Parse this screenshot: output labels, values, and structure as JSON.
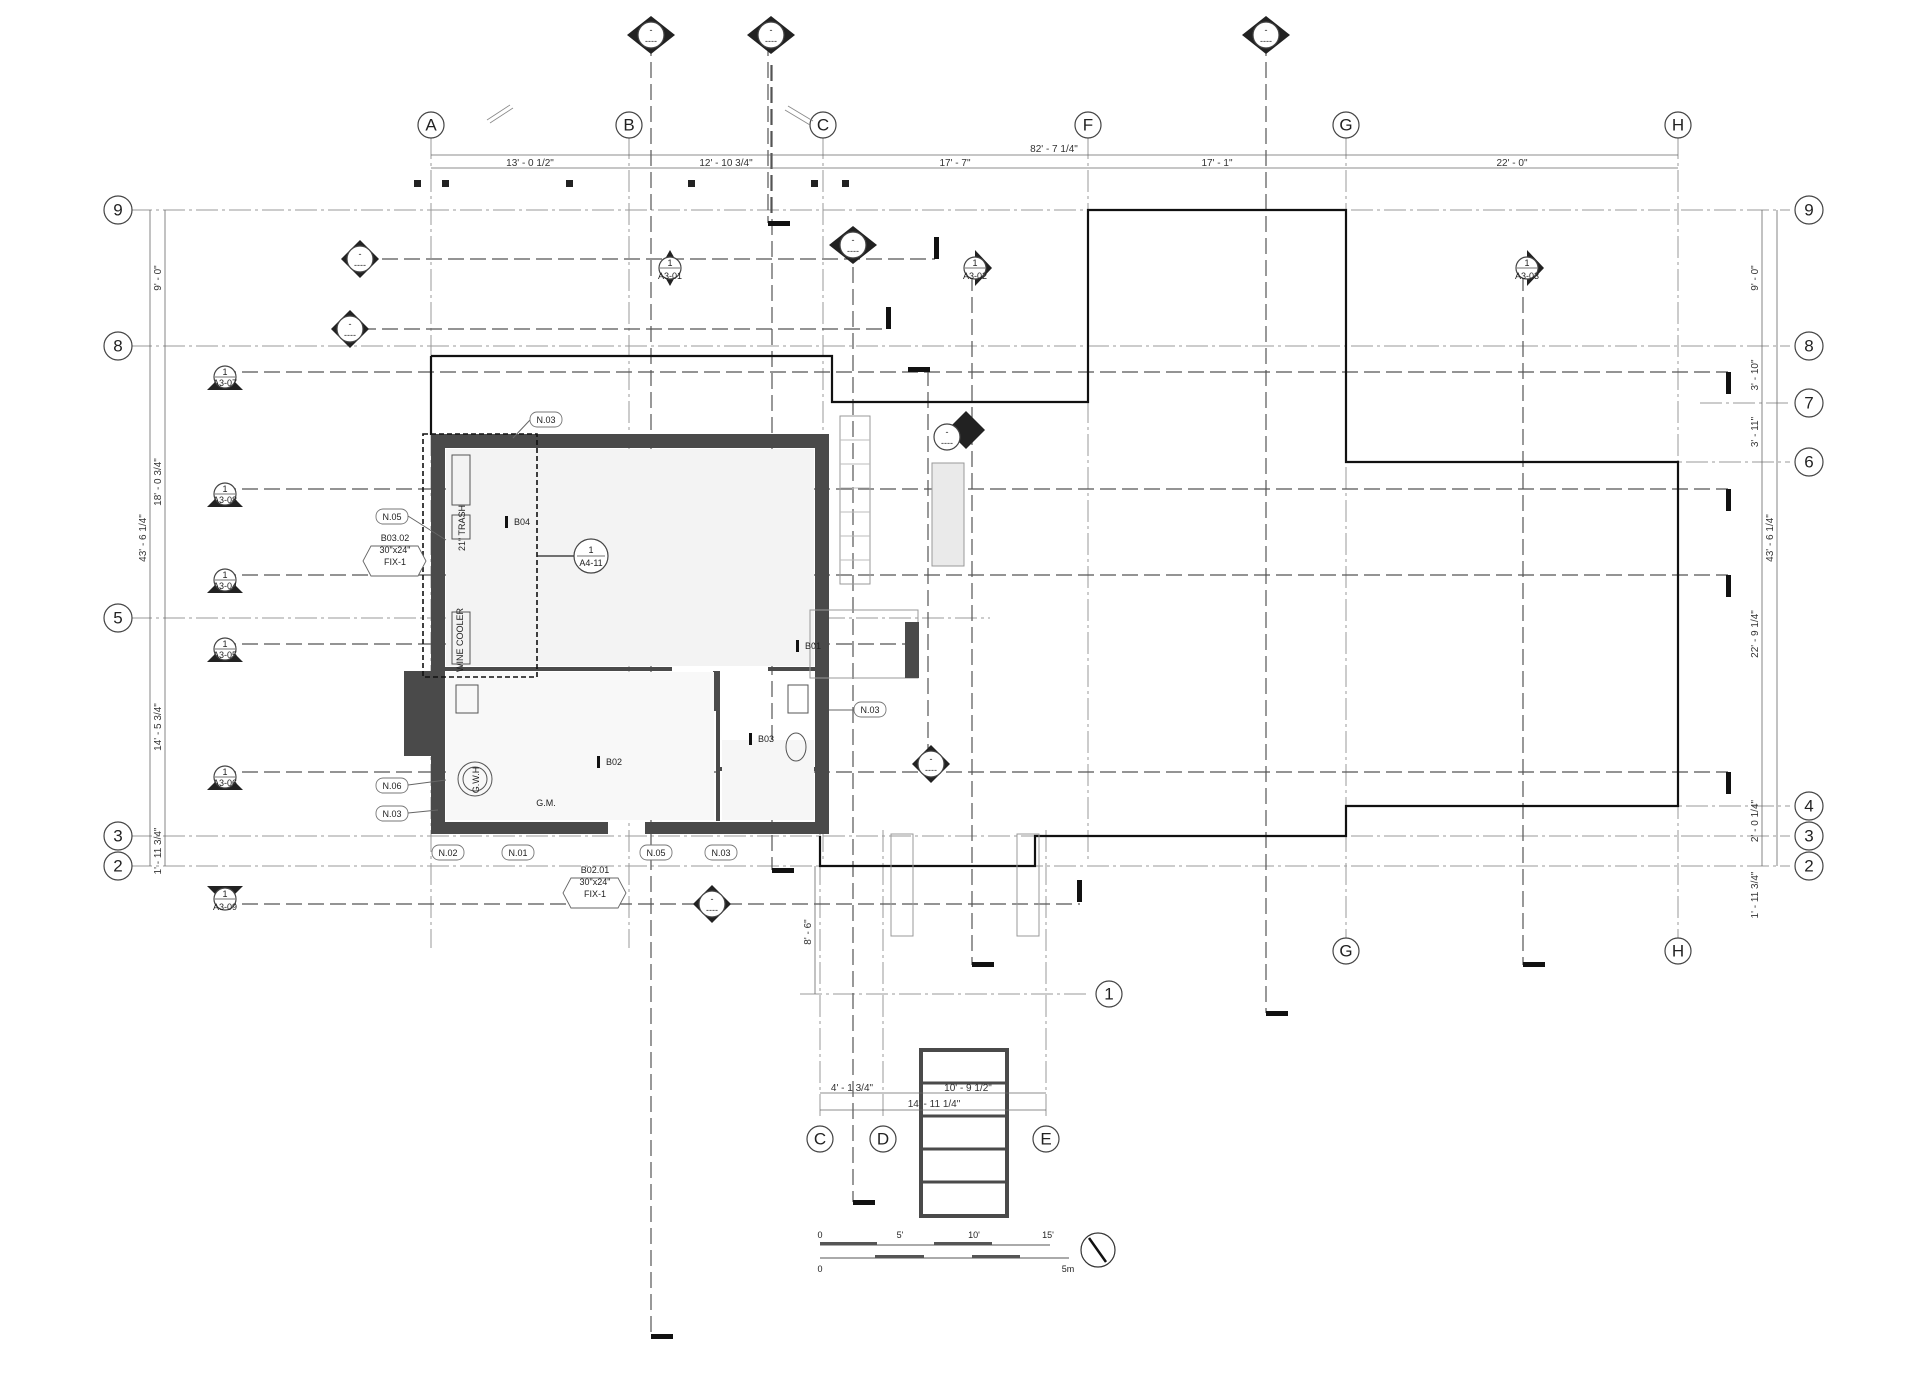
{
  "grid_columns_top": [
    {
      "label": "A"
    },
    {
      "label": "B"
    },
    {
      "label": "C"
    },
    {
      "label": "F"
    },
    {
      "label": "G"
    },
    {
      "label": "H"
    }
  ],
  "grid_columns_bottom": [
    {
      "label": "G"
    },
    {
      "label": "H"
    }
  ],
  "grid_columns_detail": [
    {
      "label": "C"
    },
    {
      "label": "D"
    },
    {
      "label": "E"
    }
  ],
  "grid_rows_left": [
    "9",
    "8",
    "5",
    "3",
    "2"
  ],
  "grid_rows_right": [
    "9",
    "8",
    "7",
    "6",
    "4",
    "3",
    "2"
  ],
  "grid_row_detail": "1",
  "dims_top": {
    "overall": "82' - 7 1/4\"",
    "segments": [
      "13' - 0 1/2\"",
      "12' - 10 3/4\"",
      "17' - 7\"",
      "17' - 1\"",
      "22' - 0\""
    ]
  },
  "dims_left": {
    "overall": "43' - 6 1/4\"",
    "segments": [
      "9' - 0\"",
      "18' - 0 3/4\"",
      "14' - 5 3/4\"",
      "1' - 11 3/4\""
    ]
  },
  "dims_right": {
    "overall": "43' - 6 1/4\"",
    "segments": [
      "9' - 0\"",
      "3' - 10\"",
      "3' - 11\"",
      "22' - 9 1/4\"",
      "2' - 0 1/4\"",
      "1' - 11 3/4\""
    ]
  },
  "dims_detail": {
    "vertical": "8' - 6\"",
    "left": "4' - 1 3/4\"",
    "right": "10' - 9 1/2\"",
    "overall": "14' - 11 1/4\""
  },
  "section_marks": [
    {
      "num": "1",
      "sheet": "A3-01"
    },
    {
      "num": "1",
      "sheet": "A3-02"
    },
    {
      "num": "1",
      "sheet": "A3-03"
    },
    {
      "num": "1",
      "sheet": "A3-07"
    },
    {
      "num": "1",
      "sheet": "A3-08"
    },
    {
      "num": "1",
      "sheet": "A3-04"
    },
    {
      "num": "1",
      "sheet": "A3-05"
    },
    {
      "num": "1",
      "sheet": "A3-06"
    },
    {
      "num": "1",
      "sheet": "A3-09"
    }
  ],
  "detail_callout": {
    "num": "1",
    "sheet": "A4-11"
  },
  "blank_marks": {
    "dash": "-",
    "under": "----"
  },
  "room_tags": [
    "B04",
    "B01",
    "B02",
    "B03"
  ],
  "keynotes": {
    "n03_top": "N.03",
    "n05": "N.05",
    "n06": "N.06",
    "n03_left": "N.03",
    "n02": "N.02",
    "n01": "N.01",
    "n05_bottom": "N.05",
    "n03_bottom": "N.03",
    "n03_right": "N.03"
  },
  "window_tags": [
    {
      "code": "B03.02",
      "size": "30\"x24\"",
      "type": "FIX-1"
    },
    {
      "code": "B02.01",
      "size": "30\"x24\"",
      "type": "FIX-1"
    }
  ],
  "fixture_labels": {
    "gwh": "G.W.H",
    "gm": "G.M.",
    "wine": "WINE COOLER",
    "trash": "21\" TRASH"
  },
  "scale_bar": {
    "imperial": [
      "0",
      "5'",
      "10'",
      "15'"
    ],
    "metric": [
      "0",
      "5m"
    ]
  }
}
